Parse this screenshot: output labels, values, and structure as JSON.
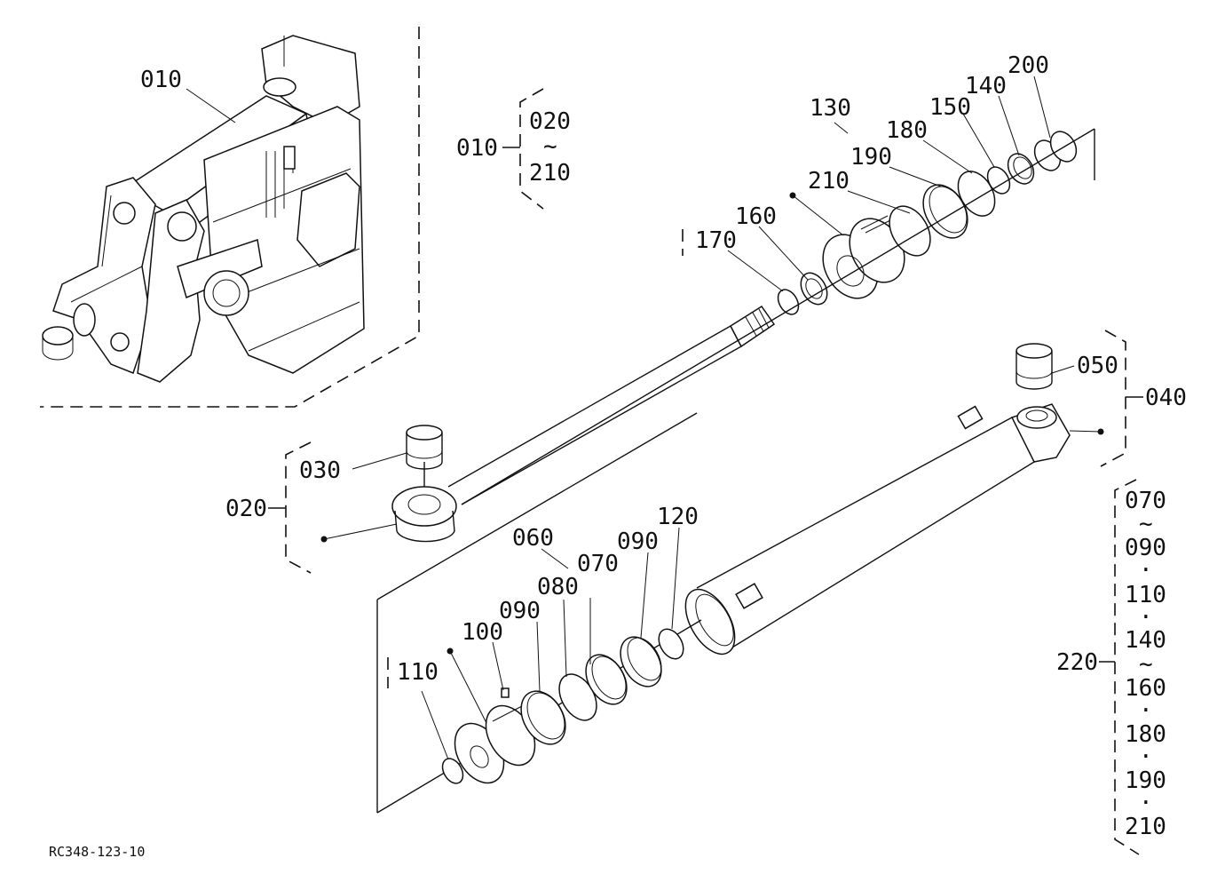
{
  "labels": {
    "l010_main": "010",
    "l010_group": "010",
    "g010_from": "020",
    "g010_tilde": "~",
    "g010_to": "210",
    "l020": "020",
    "l030": "030",
    "l040": "040",
    "l050": "050",
    "l060": "060",
    "l070": "070",
    "l080": "080",
    "l090a": "090",
    "l090b": "090",
    "l100": "100",
    "l110": "110",
    "l120": "120",
    "l130": "130",
    "l140": "140",
    "l150": "150",
    "l160": "160",
    "l170": "170",
    "l180": "180",
    "l190": "190",
    "l200": "200",
    "l210": "210",
    "l220": "220"
  },
  "kit_220": [
    "070",
    "~",
    "090",
    "·",
    "110",
    "·",
    "140",
    "~",
    "160",
    "·",
    "180",
    "·",
    "190",
    "·",
    "210"
  ],
  "drawing_code": "RC348-123-10"
}
